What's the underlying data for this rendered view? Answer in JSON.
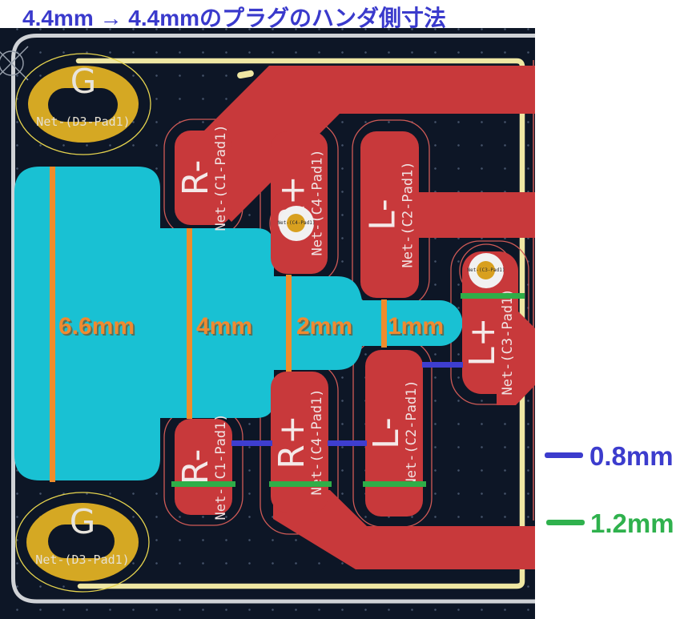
{
  "title": {
    "text": "4.4mm → 4.4mmのプラグのハンダ側寸法"
  },
  "measurements": {
    "d1": "6.6mm",
    "d2": "4mm",
    "d3": "2mm",
    "d4": "1mm"
  },
  "pads": {
    "r_minus_top": {
      "label": "R-",
      "net": "Net-(C1-Pad1)"
    },
    "r_plus_top": {
      "label": "R+",
      "net": "Net-(C4-Pad1)"
    },
    "l_minus_top": {
      "label": "L-",
      "net": "Net-(C2-Pad1)"
    },
    "l_plus": {
      "label": "L+",
      "net": "Net-(C3-Pad1)"
    },
    "r_minus_bottom": {
      "label": "R-",
      "net": "Net-(C1-Pad1)"
    },
    "r_plus_bottom": {
      "label": "R+",
      "net": "Net-(C4-Pad1)"
    },
    "l_minus_bottom": {
      "label": "L-",
      "net": "Net-(C2-Pad1)"
    },
    "g_top": {
      "label": "G",
      "net": "Net-(D3-Pad1)"
    },
    "g_bottom": {
      "label": "G",
      "net": "Net-(D3-Pad1)"
    }
  },
  "vias": {
    "r_plus": {
      "net": "Net-(C4-Pad1)"
    },
    "l_plus": {
      "net": "Net-(C3-Pad1)"
    }
  },
  "legend": {
    "blue": {
      "label": "0.8mm",
      "color": "#3c3ccd"
    },
    "green": {
      "label": "1.2mm",
      "color": "#2fb14d"
    }
  },
  "colors": {
    "background": "#0d1626",
    "copper_red": "#c8393b",
    "fab_cyan": "#19c1d3",
    "pad_gold": "#d5a823",
    "silk_yellow": "#efe7a3",
    "dimension_orange": "#ef8c2c",
    "board_edge_gray": "#cfd2d6",
    "title_blue": "#3a3acc"
  }
}
